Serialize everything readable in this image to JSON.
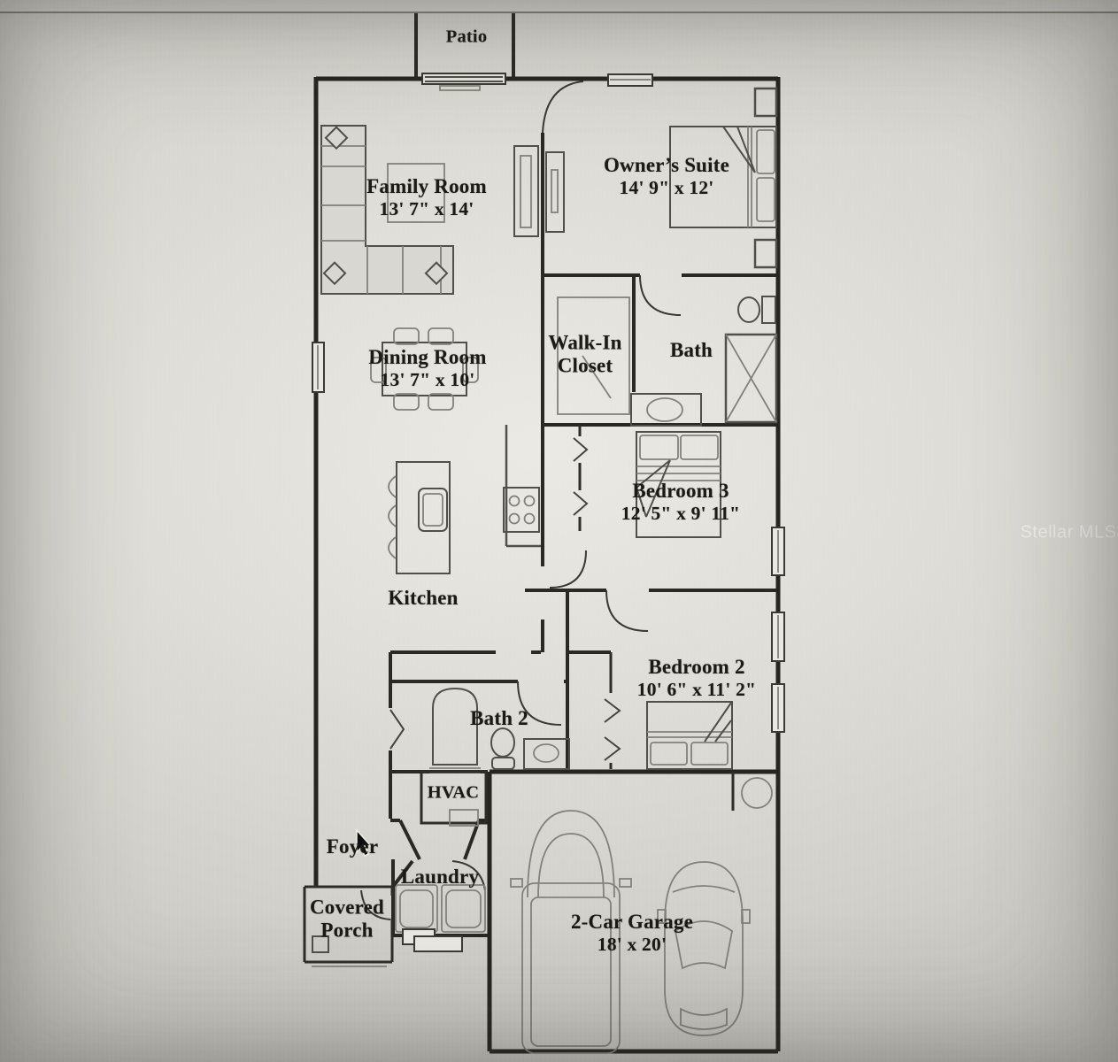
{
  "rooms": {
    "patio": {
      "name": "Patio"
    },
    "family_room": {
      "name": "Family Room",
      "dims": "13' 7\" x 14'"
    },
    "owners_suite": {
      "name": "Owner’s Suite",
      "dims": "14' 9\" x 12'"
    },
    "walk_in_closet": {
      "name": "Walk-In Closet"
    },
    "bath": {
      "name": "Bath"
    },
    "dining_room": {
      "name": "Dining Room",
      "dims": "13' 7\" x 10'"
    },
    "bedroom_3": {
      "name": "Bedroom 3",
      "dims": "12' 5\" x 9' 11\""
    },
    "kitchen": {
      "name": "Kitchen"
    },
    "bedroom_2": {
      "name": "Bedroom 2",
      "dims": "10' 6\" x 11' 2\""
    },
    "bath_2": {
      "name": "Bath 2"
    },
    "hvac": {
      "name": "HVAC"
    },
    "foyer": {
      "name": "Foyer"
    },
    "laundry": {
      "name": "Laundry"
    },
    "covered_porch": {
      "name": "Covered Porch"
    },
    "garage": {
      "name": "2-Car Garage",
      "dims": "18' x 20'"
    }
  },
  "watermark": {
    "text": "Stellar MLS"
  },
  "colors": {
    "wall": "#26251f",
    "furniture": "#82817a",
    "label": "#1b1b16",
    "paper": "#d4d3cd"
  }
}
